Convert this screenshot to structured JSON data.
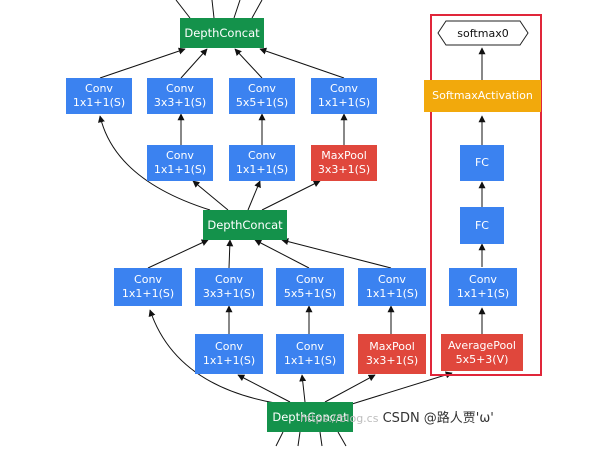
{
  "nodes": {
    "top_concat": "DepthConcat",
    "mid_concat": "DepthConcat",
    "bot_concat": "DepthConcat",
    "upper": {
      "conv_a": [
        "Conv",
        "1x1+1(S)"
      ],
      "conv_b": [
        "Conv",
        "3x3+1(S)"
      ],
      "conv_c": [
        "Conv",
        "5x5+1(S)"
      ],
      "conv_d": [
        "Conv",
        "1x1+1(S)"
      ],
      "conv_e": [
        "Conv",
        "1x1+1(S)"
      ],
      "conv_f": [
        "Conv",
        "1x1+1(S)"
      ],
      "pool": [
        "MaxPool",
        "3x3+1(S)"
      ]
    },
    "lower": {
      "conv_a": [
        "Conv",
        "1x1+1(S)"
      ],
      "conv_b": [
        "Conv",
        "3x3+1(S)"
      ],
      "conv_c": [
        "Conv",
        "5x5+1(S)"
      ],
      "conv_d": [
        "Conv",
        "1x1+1(S)"
      ],
      "conv_e": [
        "Conv",
        "1x1+1(S)"
      ],
      "conv_f": [
        "Conv",
        "1x1+1(S)"
      ],
      "pool": [
        "MaxPool",
        "3x3+1(S)"
      ]
    },
    "aux": {
      "softmax": "softmax0",
      "activation": "SoftmaxActivation",
      "fc1": "FC",
      "fc2": "FC",
      "conv": [
        "Conv",
        "1x1+1(S)"
      ],
      "avgpool": [
        "AveragePool",
        "5x5+3(V)"
      ]
    }
  },
  "watermark": {
    "url": "https://blog.cs",
    "text": "CSDN @路人贾'ω'"
  },
  "colors": {
    "conv": "#3b82f0",
    "pool": "#e0473c",
    "concat": "#14924b",
    "activation": "#f2a90c",
    "highlight_frame": "#e0263a"
  }
}
